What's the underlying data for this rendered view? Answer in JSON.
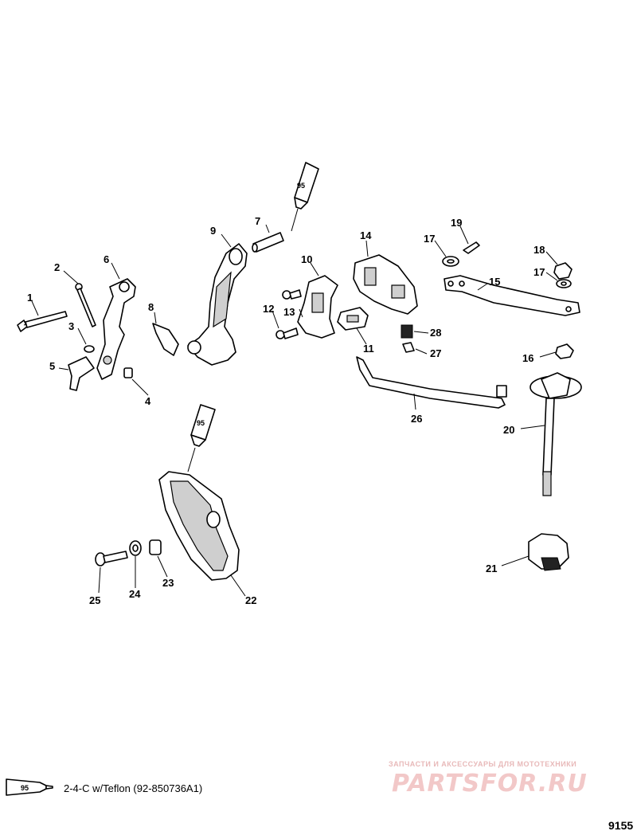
{
  "callouts": [
    "1",
    "2",
    "3",
    "4",
    "5",
    "6",
    "7",
    "8",
    "9",
    "10",
    "11",
    "12",
    "13",
    "14",
    "15",
    "16",
    "17",
    "17",
    "18",
    "19",
    "20",
    "21",
    "22",
    "23",
    "24",
    "25",
    "26",
    "27",
    "28"
  ],
  "tube_label": "95",
  "legend": {
    "code": "95",
    "text": "2-4-C w/Teflon (92-850736A1)"
  },
  "watermark": {
    "tagline": "ЗАПЧАСТИ И АКСЕССУАРЫ ДЛЯ МОТОТЕХНИКИ",
    "brand": "PARTSFOR.RU"
  },
  "figure_number": "9155"
}
